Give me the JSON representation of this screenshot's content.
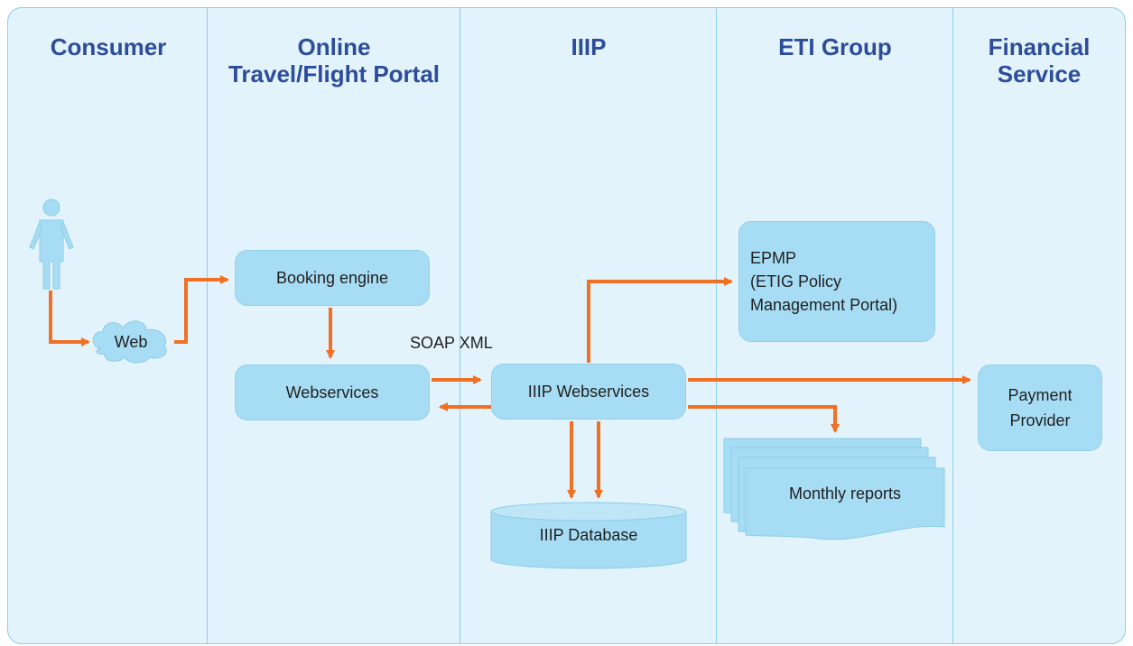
{
  "lanes": [
    {
      "title": "Consumer"
    },
    {
      "title": "Online\nTravel/Flight Portal"
    },
    {
      "title": "IIIP"
    },
    {
      "title": "ETI Group"
    },
    {
      "title": "Financial\nService"
    }
  ],
  "nodes": {
    "web": "Web",
    "booking_engine": "Booking engine",
    "webservices": "Webservices",
    "iiip_webservices": "IIIP Webservices",
    "iiip_database": "IIIP Database",
    "epmp": "EPMP\n(ETIG Policy\nManagement Portal)",
    "payment_provider": "Payment\nProvider",
    "monthly_reports": "Monthly reports"
  },
  "labels": {
    "soap_xml": "SOAP XML"
  },
  "colors": {
    "frame_background": "#e3f3fb",
    "lane_border": "#8ccde9",
    "box_fill": "#a7ddf4",
    "title_text": "#2c4c9c",
    "arrow": "#f07025"
  },
  "icons": {
    "consumer": "person-icon",
    "web": "cloud-icon"
  }
}
